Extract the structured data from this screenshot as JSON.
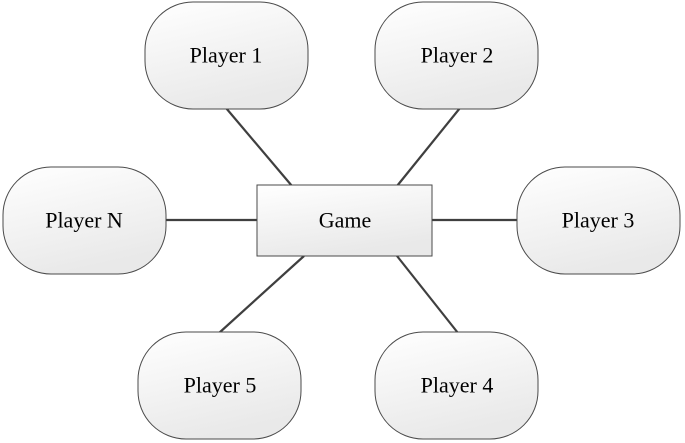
{
  "diagram": {
    "hub": {
      "label": "Game"
    },
    "players": [
      {
        "label": "Player 1"
      },
      {
        "label": "Player 2"
      },
      {
        "label": "Player 3"
      },
      {
        "label": "Player 4"
      },
      {
        "label": "Player 5"
      },
      {
        "label": "Player N"
      }
    ]
  },
  "colors": {
    "node_fill_light": "#ffffff",
    "node_fill_dark": "#e9e9e9",
    "stroke": "#4a4a4a",
    "connector": "#3f3f3f",
    "text": "#000000"
  }
}
